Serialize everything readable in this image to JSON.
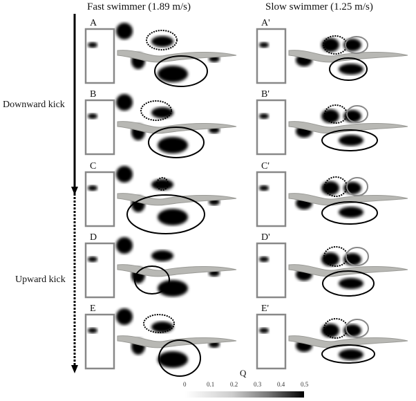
{
  "columns": [
    {
      "title": "Fast swimmer (1.89 m/s)"
    },
    {
      "title": "Slow swimmer (1.25 m/s)"
    }
  ],
  "phases": {
    "downward": "Downward kick",
    "upward": "Upward kick"
  },
  "panels": {
    "left": [
      "A",
      "B",
      "C",
      "D",
      "E"
    ],
    "right": [
      "A'",
      "B'",
      "C'",
      "D'",
      "E'"
    ]
  },
  "colorbar": {
    "title": "Q",
    "ticks": [
      "0",
      "0.1",
      "0.2",
      "0.3",
      "0.4",
      "0.5"
    ],
    "min": 0,
    "max": 0.5
  }
}
